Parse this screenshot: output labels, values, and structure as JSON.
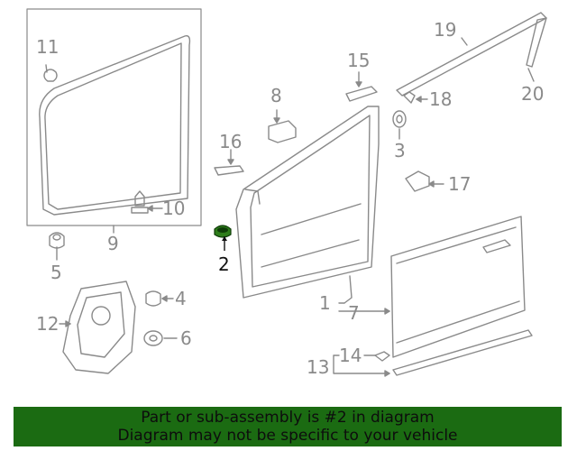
{
  "callouts": {
    "c1": "1",
    "c2": "2",
    "c3": "3",
    "c4": "4",
    "c5": "5",
    "c6": "6",
    "c7": "7",
    "c8": "8",
    "c9": "9",
    "c10": "10",
    "c11": "11",
    "c12": "12",
    "c13": "13",
    "c14": "14",
    "c15": "15",
    "c16": "16",
    "c17": "17",
    "c18": "18",
    "c19": "19",
    "c20": "20"
  },
  "banner": {
    "line1": "Part or sub-assembly is #2 in diagram",
    "line2": "Diagram may not be specific to your vehicle"
  },
  "colors": {
    "line": "#8a8a8a",
    "highlight_part": "#2e7d1a",
    "banner_bg": "#1b6b12"
  }
}
